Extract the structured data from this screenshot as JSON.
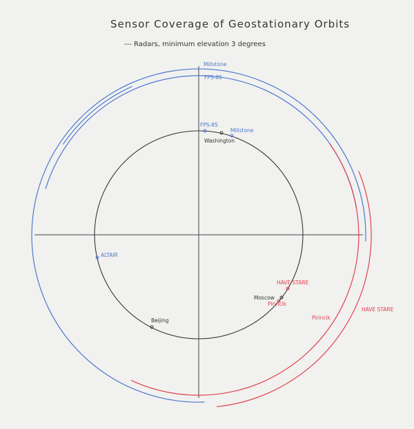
{
  "title": "Sensor Coverage of Geostationary Orbits",
  "subtitle": "--- Radars, minimum elevation 3 degrees",
  "colors": {
    "us_sensor": "#4a78cf",
    "soviet_sensor": "#e0404e",
    "site": "#333333",
    "axis": "#444444"
  },
  "coverage_arcs": {
    "millstone": "Millstone",
    "fps85": "FPS-85",
    "pirincik": "Pirincik",
    "have_stare": "HAVE STARE"
  },
  "sites": {
    "fps85": "FPS-85",
    "washington": "Washington",
    "millstone": "Millstone",
    "altair": "ALTAIR",
    "beijing": "Beijing",
    "moscow": "Moscow",
    "have_stare": "HAVE STARE",
    "pirincik": "Pirincik"
  }
}
